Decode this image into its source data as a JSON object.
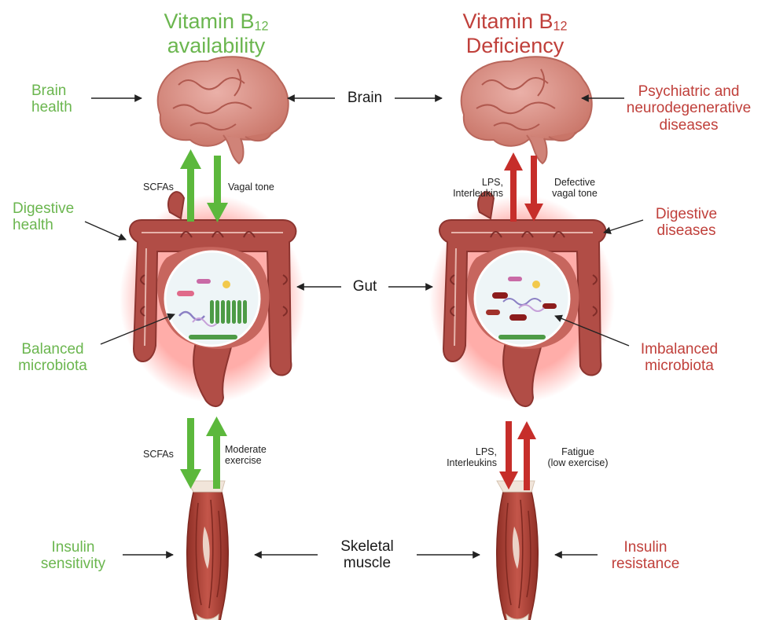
{
  "left_title": {
    "prefix": "Vitamin B",
    "sub": "12",
    "line2": "availability"
  },
  "right_title": {
    "prefix": "Vitamin B",
    "sub": "12",
    "line2": "Deficiency"
  },
  "center_labels": {
    "brain": "Brain",
    "gut": "Gut",
    "muscle_line1": "Skeletal",
    "muscle_line2": "muscle"
  },
  "left_labels": {
    "brain_health": [
      "Brain",
      "health"
    ],
    "digestive_health": [
      "Digestive",
      "health"
    ],
    "balanced_microbiota": [
      "Balanced",
      "microbiota"
    ],
    "insulin_sensitivity": [
      "Insulin",
      "sensitivity"
    ]
  },
  "right_labels": {
    "psychiatric": [
      "Psychiatric and",
      "neurodegenerative",
      "diseases"
    ],
    "digestive_diseases": [
      "Digestive",
      "diseases"
    ],
    "imbalanced_microbiota": [
      "Imbalanced",
      "microbiota"
    ],
    "insulin_resistance": [
      "Insulin",
      "resistance"
    ]
  },
  "arrow_labels": {
    "left_upper_up": "SCFAs",
    "left_upper_down": "Vagal tone",
    "left_lower_down": "SCFAs",
    "left_lower_up": [
      "Moderate",
      "exercise"
    ],
    "right_upper_up": [
      "LPS,",
      "Interleukins"
    ],
    "right_upper_down": [
      "Defective",
      "vagal tone"
    ],
    "right_lower_down": [
      "LPS,",
      "Interleukins"
    ],
    "right_lower_up": [
      "Fatigue",
      "(low exercise)"
    ]
  },
  "colors": {
    "green": "#6bb64f",
    "red": "#c0403b",
    "green_arrow": "#5cb83c",
    "red_arrow": "#c62e2a",
    "brain": "#d98e86",
    "gut": "#b4504a",
    "muscle": "#b5473b"
  }
}
